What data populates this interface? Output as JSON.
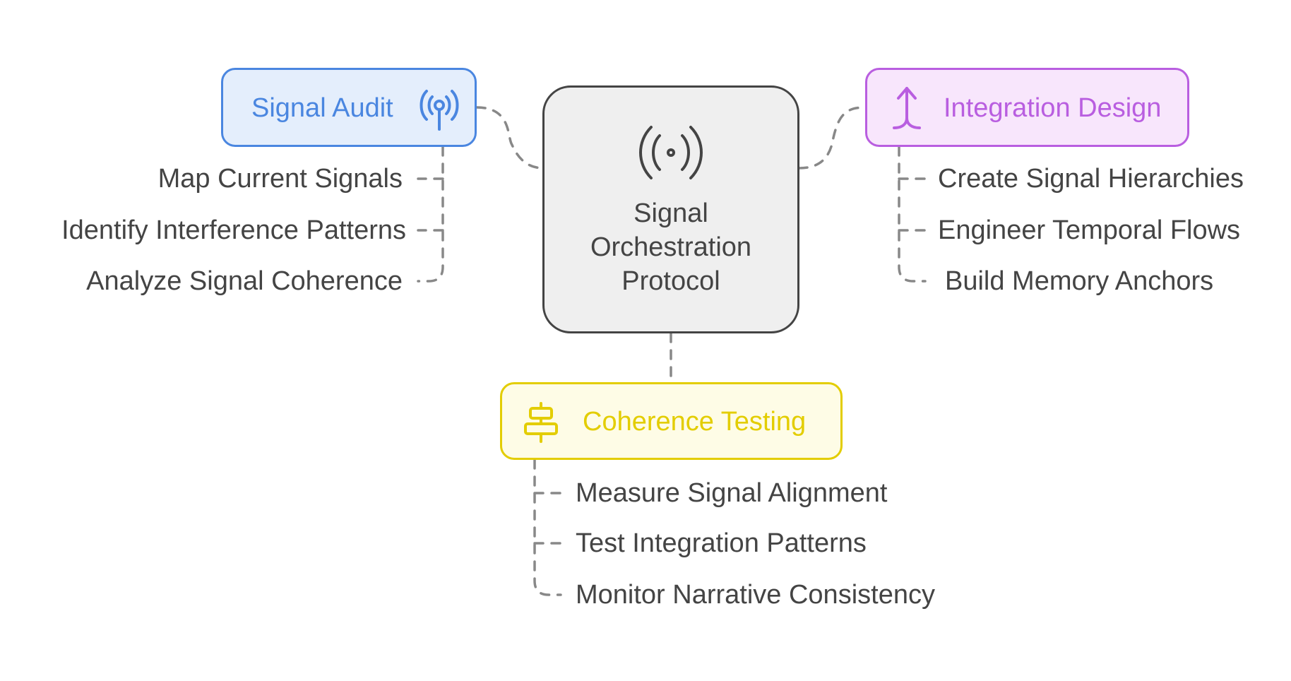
{
  "diagram": {
    "center": {
      "title_lines": [
        "Signal",
        "Orchestration",
        "Protocol"
      ],
      "icon": "broadcast-icon"
    },
    "nodes": [
      {
        "id": "audit",
        "label": "Signal Audit",
        "icon": "antenna-icon",
        "color": "#4a86e0",
        "fill": "#e4eefc",
        "children": [
          "Map Current Signals",
          "Identify Interference Patterns",
          "Analyze Signal Coherence"
        ]
      },
      {
        "id": "integration",
        "label": "Integration Design",
        "icon": "merge-arrow-icon",
        "color": "#b95ee0",
        "fill": "#f8e6fc",
        "children": [
          "Create Signal Hierarchies",
          "Engineer Temporal Flows",
          "Build Memory Anchors"
        ]
      },
      {
        "id": "coherence",
        "label": "Coherence Testing",
        "icon": "align-center-icon",
        "color": "#e3cd00",
        "fill": "#fefce6",
        "children": [
          "Measure Signal Alignment",
          "Test Integration Patterns",
          "Monitor Narrative Consistency"
        ]
      }
    ],
    "connector_color": "#888888",
    "text_color": "#444444"
  }
}
